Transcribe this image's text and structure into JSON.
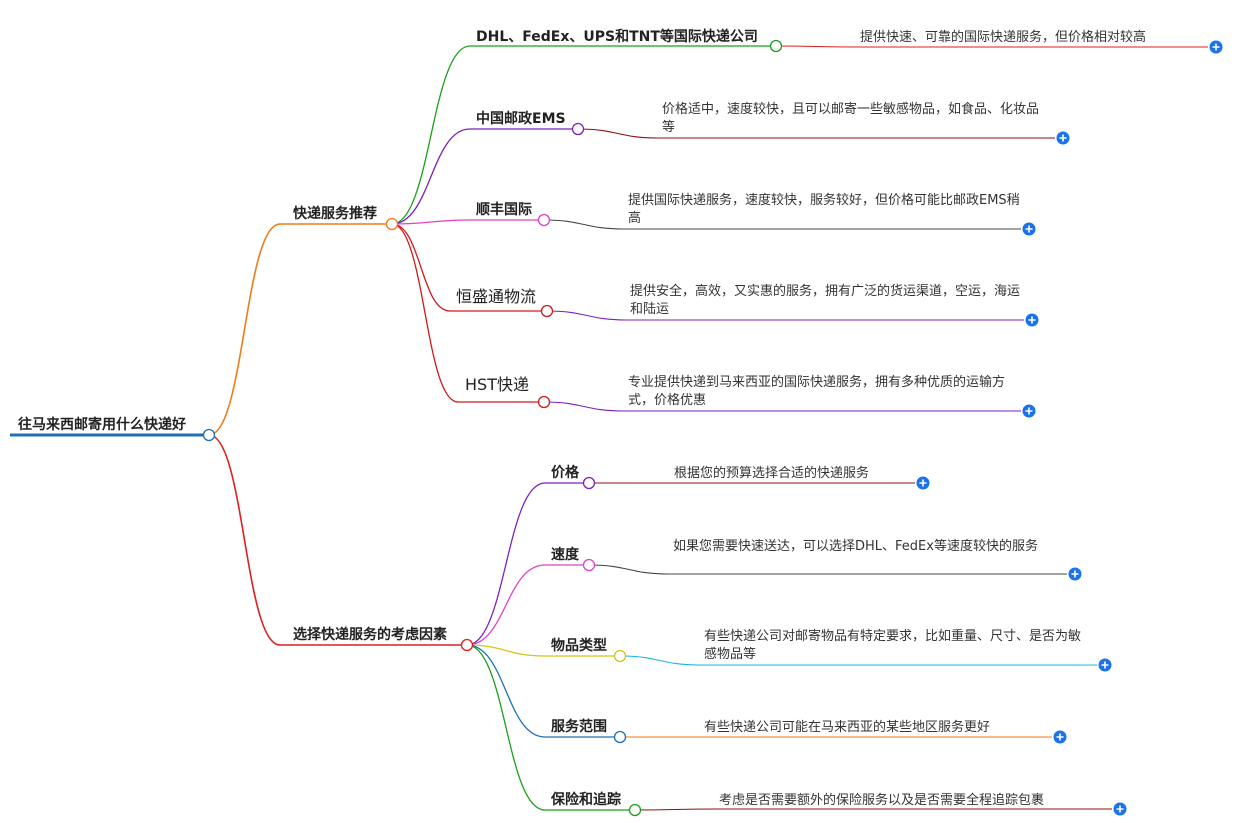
{
  "root": {
    "label": "往马来西邮寄用什么快递好"
  },
  "branches": [
    {
      "label": "快递服务推荐",
      "children": [
        {
          "label": "DHL、FedEx、UPS和TNT等国际快递公司",
          "detail": "提供快速、可靠的国际快递服务，但价格相对较高"
        },
        {
          "label": "中国邮政EMS",
          "detail": "价格适中，速度较快，且可以邮寄一些敏感物品，如食品、化妆品等"
        },
        {
          "label": "顺丰国际",
          "detail": "提供国际快递服务，速度较快，服务较好，但价格可能比邮政EMS稍高"
        },
        {
          "label": "恒盛通物流",
          "detail": "提供安全，高效，又实惠的服务，拥有广泛的货运渠道，空运，海运和陆运"
        },
        {
          "label": "HST快递",
          "detail": "专业提供快递到马来西亚的国际快递服务，拥有多种优质的运输方式，价格优惠"
        }
      ]
    },
    {
      "label": "选择快递服务的考虑因素",
      "children": [
        {
          "label": "价格",
          "detail": "根据您的预算选择合适的快递服务"
        },
        {
          "label": "速度",
          "detail": "如果您需要快速送达，可以选择DHL、FedEx等速度较快的服务"
        },
        {
          "label": "物品类型",
          "detail": "有些快递公司对邮寄物品有特定要求，比如重量、尺寸、是否为敏感物品等"
        },
        {
          "label": "服务范围",
          "detail": "有些快递公司可能在马来西亚的某些地区服务更好"
        },
        {
          "label": "保险和追踪",
          "detail": "考虑是否需要额外的保险服务以及是否需要全程追踪包裹"
        }
      ]
    }
  ],
  "colors": {
    "root_line": "#1f6fb5",
    "branch1": "#f07a1a",
    "branch2": "#dd1f1f",
    "expand_button": "#1a73e8",
    "b1_children": [
      "#1aa01a",
      "#7a1fbf",
      "#e040c8",
      "#d01a1a",
      "#d01a1a"
    ],
    "b1_leaf_lines": [
      "#dd1f1f",
      "#8b1010",
      "#444444",
      "#7a1fbf",
      "#7a1fbf"
    ],
    "b2_children": [
      "#7a1fbf",
      "#e040c8",
      "#d6c21a",
      "#1f6fb5",
      "#1aa01a"
    ],
    "b2_leaf_lines": [
      "#8b1010",
      "#444444",
      "#1ab8e0",
      "#f07a1a",
      "#8b1010"
    ]
  },
  "icons": {
    "expand": "plus-circle-icon",
    "connector": "circle-node-icon"
  }
}
